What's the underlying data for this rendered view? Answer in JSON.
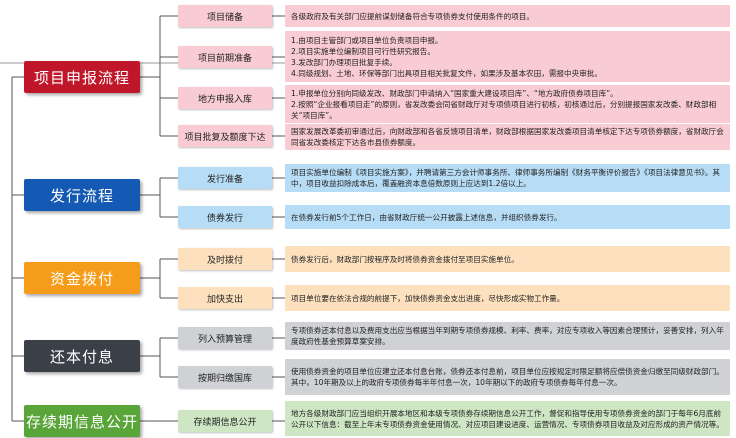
{
  "colors": {
    "stage_red": "#c0162a",
    "stage_blue": "#1459b3",
    "stage_orange": "#f59d1a",
    "stage_dark": "#3a3f48",
    "stage_green": "#5aa53a",
    "light_red": "#f9ccd3",
    "light_blue": "#b7dcf5",
    "light_orange": "#fde1bf",
    "light_gray": "#cfd1d4",
    "light_green": "#cfe6c4"
  },
  "stages": [
    {
      "label": "项目申报流程",
      "steps": [
        {
          "label": "项目储备",
          "desc": "各级政府及有关部门应提前谋划储备符合专项债券支付使用条件的项目。"
        },
        {
          "label": "项目前期准备",
          "desc": "1.由项目主管部门或项目单位负责项目申报。\n2.项目实施单位编制项目可行性研究报告。\n3.发改部门办理项目批复手续。\n4.同级规划、土地、环保等部门出具项目相关批复文件，如果涉及基本农田，需报中央审批。"
        },
        {
          "label": "地方申报入库",
          "desc": "1.申报单位分别向同级发改、财政部门申请纳入“国家重大建设项目库”、“地方政府债券项目库”。\n2.按照“企业报看项目走”的原则，省发改委会同省财政厅对专项债项目进行初核，初核通过后，分别提报国家发改委、财政部相关“项目库”。"
        },
        {
          "label": "项目批复及额度下达",
          "desc": "国家发展改革委初审通过后，向财政部和各省反馈项目清单，财政部根据国家发改委项目清单核定下达专项债券额度，省财政厅会同省发改委核定下达各市县债券额度。"
        }
      ]
    },
    {
      "label": "发行流程",
      "steps": [
        {
          "label": "发行准备",
          "desc": "项目实施单位编制《项目实施方案》，并聘请第三方会计师事务所、律师事务所编制《财务平衡评价报告》《项目法律意见书》。其中，项目收益扣除成本后，覆盖融资本息倍数原则上应达到1.2倍以上。"
        },
        {
          "label": "债券发行",
          "desc": "在债券发行前5个工作日，由省财政厅统一公开披露上述信息，并组织债券发行。"
        }
      ]
    },
    {
      "label": "资金拨付",
      "steps": [
        {
          "label": "及时拨付",
          "desc": "债券发行后，财政部门按程序及时将债券资金拨付至项目实施单位。"
        },
        {
          "label": "加快支出",
          "desc": "项目单位要在依法合规的前提下，加快债券资金支出进度，尽快形成实物工作量。"
        }
      ]
    },
    {
      "label": "还本付息",
      "steps": [
        {
          "label": "列入预算管理",
          "desc": "专项债券还本付息以及费用支出应当根据当年到期专项债券规模、利率、费率，对应专项收入等因素合理预计，妥善安排，列入年度政府性基金预算草案安排。"
        },
        {
          "label": "按期归缴国库",
          "desc": "使用债券资金的项目单位应建立还本付息台账，债券还本付息前，项目单位应按规定时限足额将应偿债资金归缴至同级财政部门。其中，10年期及以上的政府专项债券每半年付息一次，10年期以下的政府专项债券每年付息一次。"
        }
      ]
    },
    {
      "label": "存续期信息公开",
      "steps": [
        {
          "label": "存续期信息公开",
          "desc": "地方各级财政部门应当组织开展本地区和本级专项债券存续期信息公开工作，督促和指导使用专项债券资金的部门于每年6月底前公开以下信息：截至上年末专项债券资金使用情况、对应项目建设进度、运营情况、专项债券项目收益及对应形成的资产情况等。"
        }
      ]
    }
  ]
}
